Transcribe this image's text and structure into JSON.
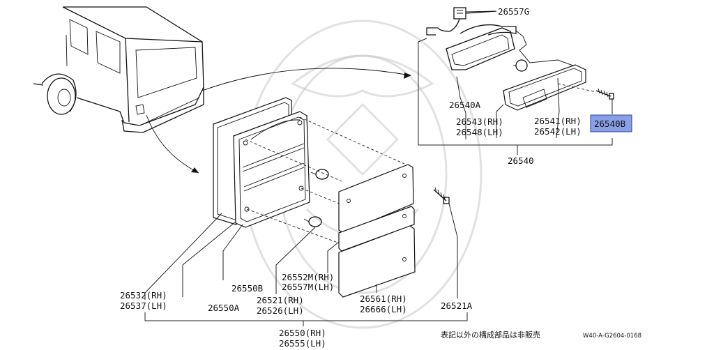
{
  "parts": {
    "p26557G": "26557G",
    "p26540A": "26540A",
    "p26543": "26543(RH)",
    "p26548": "26548(LH)",
    "p26541": "26541(RH)",
    "p26542": "26542(LH)",
    "p26540B": "26540B",
    "p26540": "26540",
    "p26532": "26532(RH)",
    "p26537": "26537(LH)",
    "p26550B": "26550B",
    "p26552M": "26552M(RH)",
    "p26557M": "26557M(LH)",
    "p26550A": "26550A",
    "p26521": "26521(RH)",
    "p26526": "26526(LH)",
    "p26561": "26561(RH)",
    "p26666": "26666(LH)",
    "p26521A": "26521A",
    "p26550": "26550(RH)",
    "p26555": "26555(LH)"
  },
  "footer": {
    "note": "表記以外の構成部品は非販売",
    "code": "W40-A-G2604-0168"
  },
  "colors": {
    "highlight": "#8aa0e6",
    "line": "#111111"
  }
}
